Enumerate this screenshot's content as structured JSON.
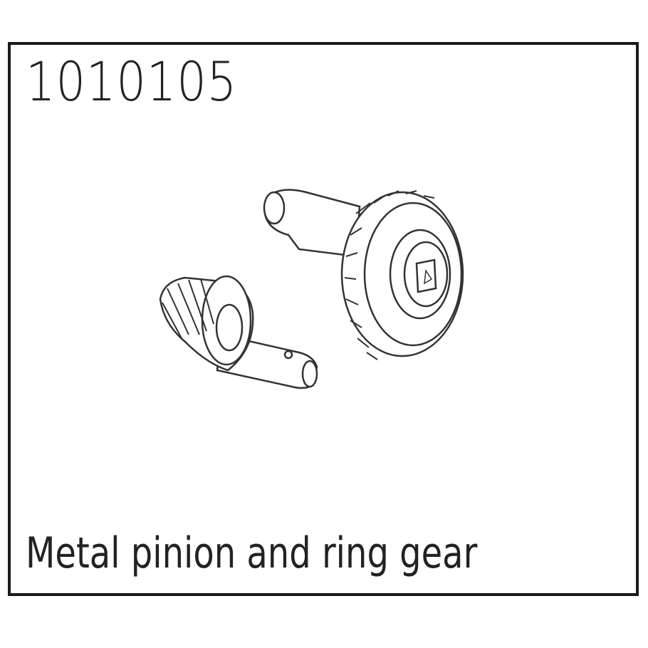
{
  "part_number": "1010105",
  "description": "Metal pinion and ring gear",
  "icons": [
    "pinion-gear-drawing",
    "ring-gear-drawing"
  ]
}
